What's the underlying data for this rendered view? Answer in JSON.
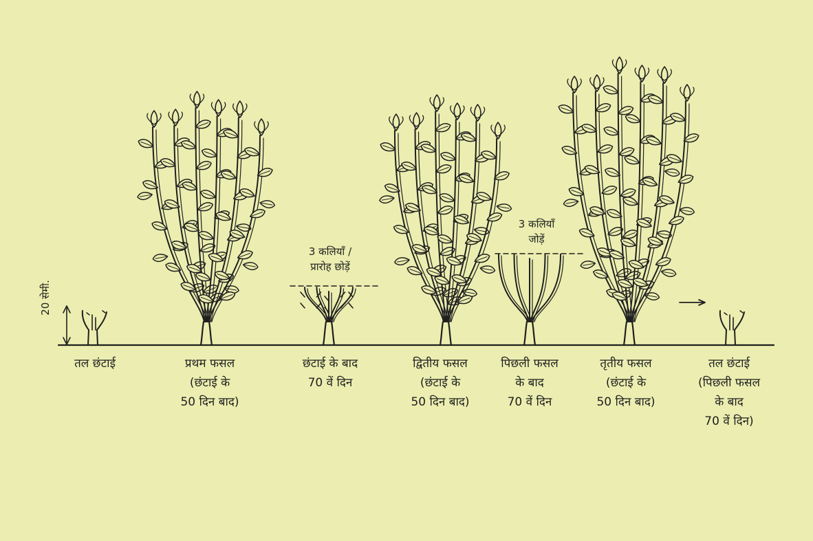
{
  "figure": {
    "background_color": "#ebeeb0",
    "ink_color": "#1f1f1f",
    "scale_label": "20 सेमी.",
    "annotations": {
      "leave_buds": "3 कलियाँ /\nप्रारोह छोड़ें",
      "add_buds": "3 कलियाँ\nजोड़ें"
    },
    "stages": [
      {
        "id": "base-pruning",
        "label": "तल छंटाई"
      },
      {
        "id": "first-harvest",
        "label": "प्रथम फसल\n(छंटाई के\n50 दिन बाद)"
      },
      {
        "id": "after-pruning",
        "label": "छंटाई के बाद\n70 वें दिन"
      },
      {
        "id": "second-harvest",
        "label": "द्वितीय फसल\n(छंटाई के\n50 दिन बाद)"
      },
      {
        "id": "after-previous-harvest",
        "label": "पिछली फसल\nके बाद\n70 वें दिन"
      },
      {
        "id": "third-harvest",
        "label": "तृतीय फसल\n(छंटाई के\n50 दिन बाद)"
      },
      {
        "id": "base-pruning-final",
        "label": "तल छंटाई\n(पिछली फसल\nके बाद\n70 वें दिन)"
      }
    ]
  }
}
